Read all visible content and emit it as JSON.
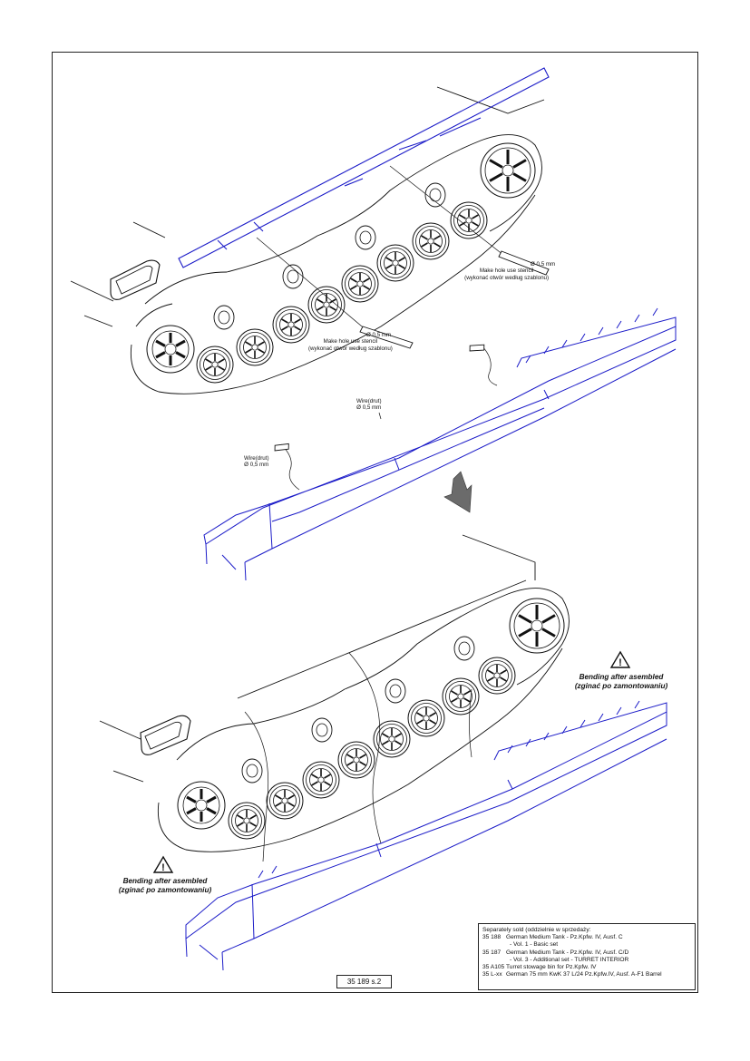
{
  "labels": {
    "hole_right": [
      "Ø 0,5 mm",
      "Make hole use stencil",
      "(wykonać otwór  według szablonu)"
    ],
    "hole_left": [
      "Ø 0,5 mm",
      "Make hole use stencil",
      "(wykonać otwór  według szablonu)"
    ],
    "wire_top": [
      "Wire(drut)",
      "Ø 0,5 mm"
    ],
    "wire_left": [
      "Wire(drut)",
      "Ø 0,5 mm"
    ]
  },
  "warnings": {
    "right": {
      "icon": "warning-triangle-icon",
      "symbol": "!",
      "line1": "Bending after asembled",
      "line2": "(zginać po zamontowaniu)"
    },
    "left": {
      "icon": "warning-triangle-icon",
      "symbol": "!",
      "line1": "Bending after asembled",
      "line2": "(zginać po zamontowaniu)"
    }
  },
  "sold": {
    "title": "Separately sold (oddzielnie w sprzedaży:",
    "items": [
      {
        "code": "35 188",
        "name": "German Medium Tank - Pz.Kpfw. IV, Ausf. C",
        "cont": "- Vol. 1 - Basic set"
      },
      {
        "code": "35 187",
        "name": "German Medium Tank - Pz.Kpfw. IV, Ausf. C/D",
        "cont": "- Vol. 3 - Additional set - TURRET INTERIOR"
      },
      {
        "code": "35 A105",
        "name": "Turret stowage bin for Pz.Kpfw. IV",
        "cont": ""
      },
      {
        "code": "35 L-xx",
        "name": "German 75 mm KwK 37 L/24 Pz.Kpfw.IV, Ausf. A-F1 Barrel",
        "cont": ""
      }
    ]
  },
  "page_number": "35 189 s.2",
  "colors": {
    "line": "#1a1a1a",
    "part": "#1c1cc8",
    "arrow": "#6b6b6b"
  }
}
